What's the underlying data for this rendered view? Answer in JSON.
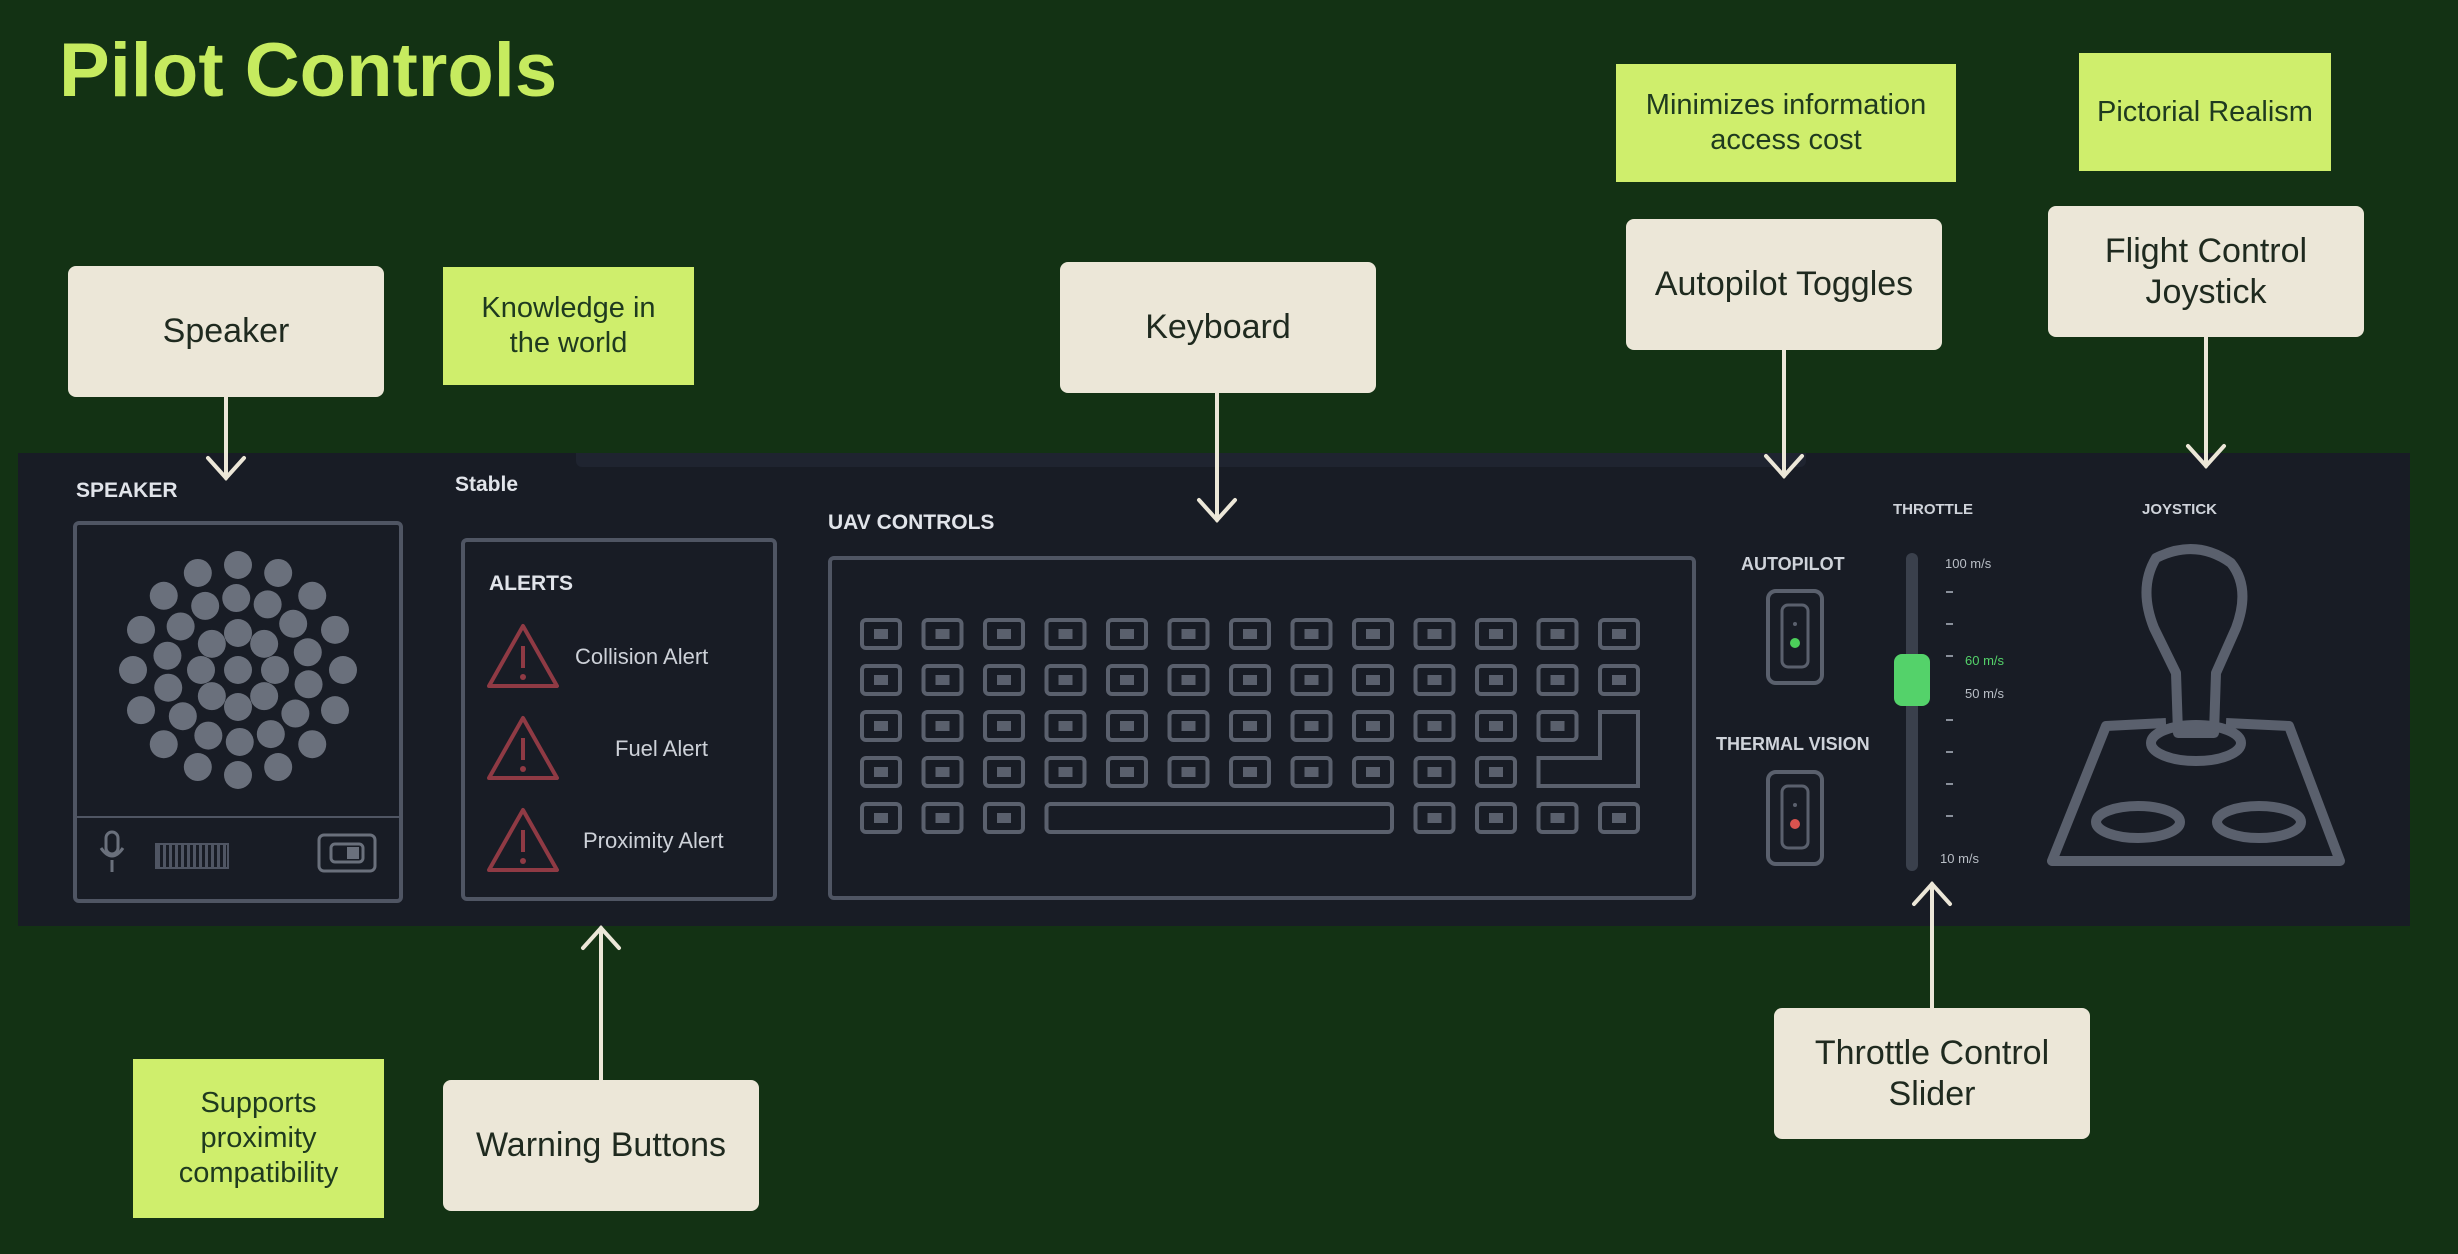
{
  "title": "Pilot Controls",
  "callouts": {
    "speaker": "Speaker",
    "keyboard": "Keyboard",
    "autopilot_toggles": "Autopilot Toggles",
    "flight_joystick": "Flight Control\nJoystick",
    "throttle_slider": "Throttle Control\nSlider",
    "warning_buttons": "Warning Buttons"
  },
  "notes": {
    "knowledge": "Knowledge in\nthe world",
    "minimizes": "Minimizes information\naccess cost",
    "pictorial": "Pictorial Realism",
    "proximity": "Supports\nproximity\ncompatibility"
  },
  "panel": {
    "speaker_label": "SPEAKER",
    "status_label": "Stable",
    "alerts_label": "ALERTS",
    "alerts": [
      "Collision Alert",
      "Fuel Alert",
      "Proximity Alert"
    ],
    "uav_label": "UAV CONTROLS",
    "autopilot_label": "AUTOPILOT",
    "thermal_label": "THERMAL VISION",
    "throttle_label": "THROTTLE",
    "joystick_label": "JOYSTICK",
    "throttle_ticks": {
      "max": "100 m/s",
      "current": "60 m/s",
      "mid": "50 m/s",
      "min": "10 m/s"
    },
    "throttle_level_fraction": 0.6
  },
  "colors": {
    "background": "#133214",
    "title": "#c6eb5f",
    "callout": "#ece7d8",
    "note": "#cfee6c",
    "panel": "#181c25",
    "outline": "#4f5563",
    "alert_red": "#8f3a44",
    "led_green": "#4ccf5a",
    "led_red": "#d9534f",
    "throttle_green": "#54d26a"
  },
  "icons": [
    "microphone-icon",
    "volume-bar-icon",
    "toggle-switch-icon",
    "warning-triangle-icon",
    "joystick-icon",
    "arrow-icon"
  ]
}
